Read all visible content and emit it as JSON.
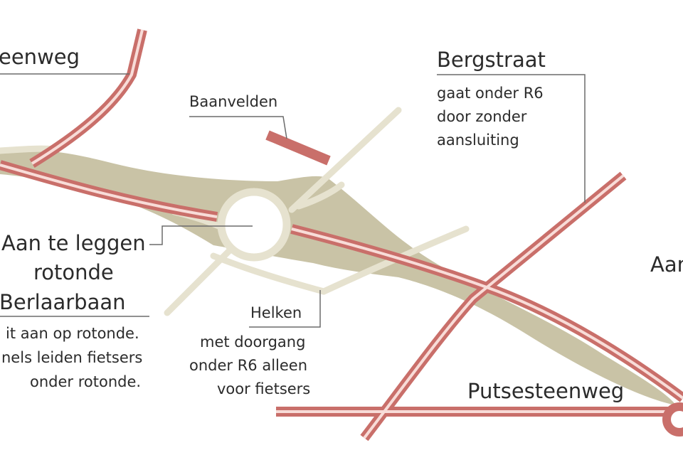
{
  "colors": {
    "background": "#ffffff",
    "road_red": "#c96f6a",
    "road_inner": "#f8dcd8",
    "path_cream": "#e6e2cf",
    "area_tan": "#c9c3a6",
    "roundabout_fill": "#ffffff",
    "label_text": "#2b2b2b",
    "leader_line": "#6b6b6b"
  },
  "labels": {
    "steenweg": "eenweg",
    "baanvelden": "Baanvelden",
    "bergstraat": "Bergstraat",
    "bergstraat_desc_1": "gaat onder R6",
    "bergstraat_desc_2": "door zonder",
    "bergstraat_desc_3": "aansluiting",
    "aan_right": "Aan",
    "rotonde_line1": "Aan te leggen",
    "rotonde_line2": "rotonde",
    "berlaarbaan": "Berlaarbaan",
    "berlaarbaan_desc_1": "it aan op rotonde.",
    "berlaarbaan_desc_2": "nels leiden fietsers",
    "berlaarbaan_desc_3": "onder rotonde.",
    "helken": "Helken",
    "helken_desc_1": "met doorgang",
    "helken_desc_2": "onder R6 alleen",
    "helken_desc_3": "voor fietsers",
    "putsesteenweg": "Putsesteenweg"
  }
}
